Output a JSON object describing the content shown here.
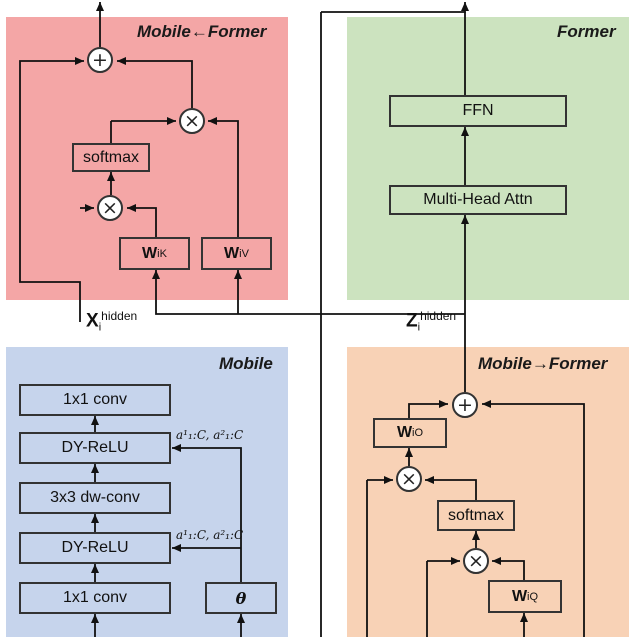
{
  "panels": {
    "mobile_former": {
      "title": "Mobile←Former",
      "color": "#f4a6a6"
    },
    "former": {
      "title": "Former",
      "color": "#cce3bf"
    },
    "mobile": {
      "title": "Mobile",
      "color": "#c6d4ec"
    },
    "mobile_to_former": {
      "title": "Mobile→Former",
      "color": "#f8d2b6"
    }
  },
  "ops": {
    "add": "+",
    "multiply": "×"
  },
  "mobile_former": {
    "softmax": "softmax",
    "wk": {
      "base": "W",
      "sub": "i",
      "sup": "K"
    },
    "wv": {
      "base": "W",
      "sub": "i",
      "sup": "V"
    }
  },
  "former": {
    "ffn": "FFN",
    "mha": "Multi-Head Attn"
  },
  "mobile": {
    "conv1x1_top": "1x1 conv",
    "dyrelu_top": "DY-ReLU",
    "dwconv": "3x3 dw-conv",
    "dyrelu_bottom": "DY-ReLU",
    "conv1x1_bottom": "1x1 conv",
    "theta": "θ",
    "param_label_top": "a¹₁:C, a²₁:C",
    "param_label_bottom": "a¹₁:C, a²₁:C"
  },
  "mobile_to_former": {
    "wo": {
      "base": "W",
      "sub": "i",
      "sup": "O"
    },
    "softmax": "softmax",
    "wq": {
      "base": "W",
      "sub": "i",
      "sup": "Q"
    }
  },
  "labels": {
    "x_hidden": {
      "base": "X",
      "sub": "i",
      "sup": "hidden"
    },
    "z_hidden": {
      "base": "Z",
      "sub": "i",
      "sup": "hidden"
    }
  }
}
